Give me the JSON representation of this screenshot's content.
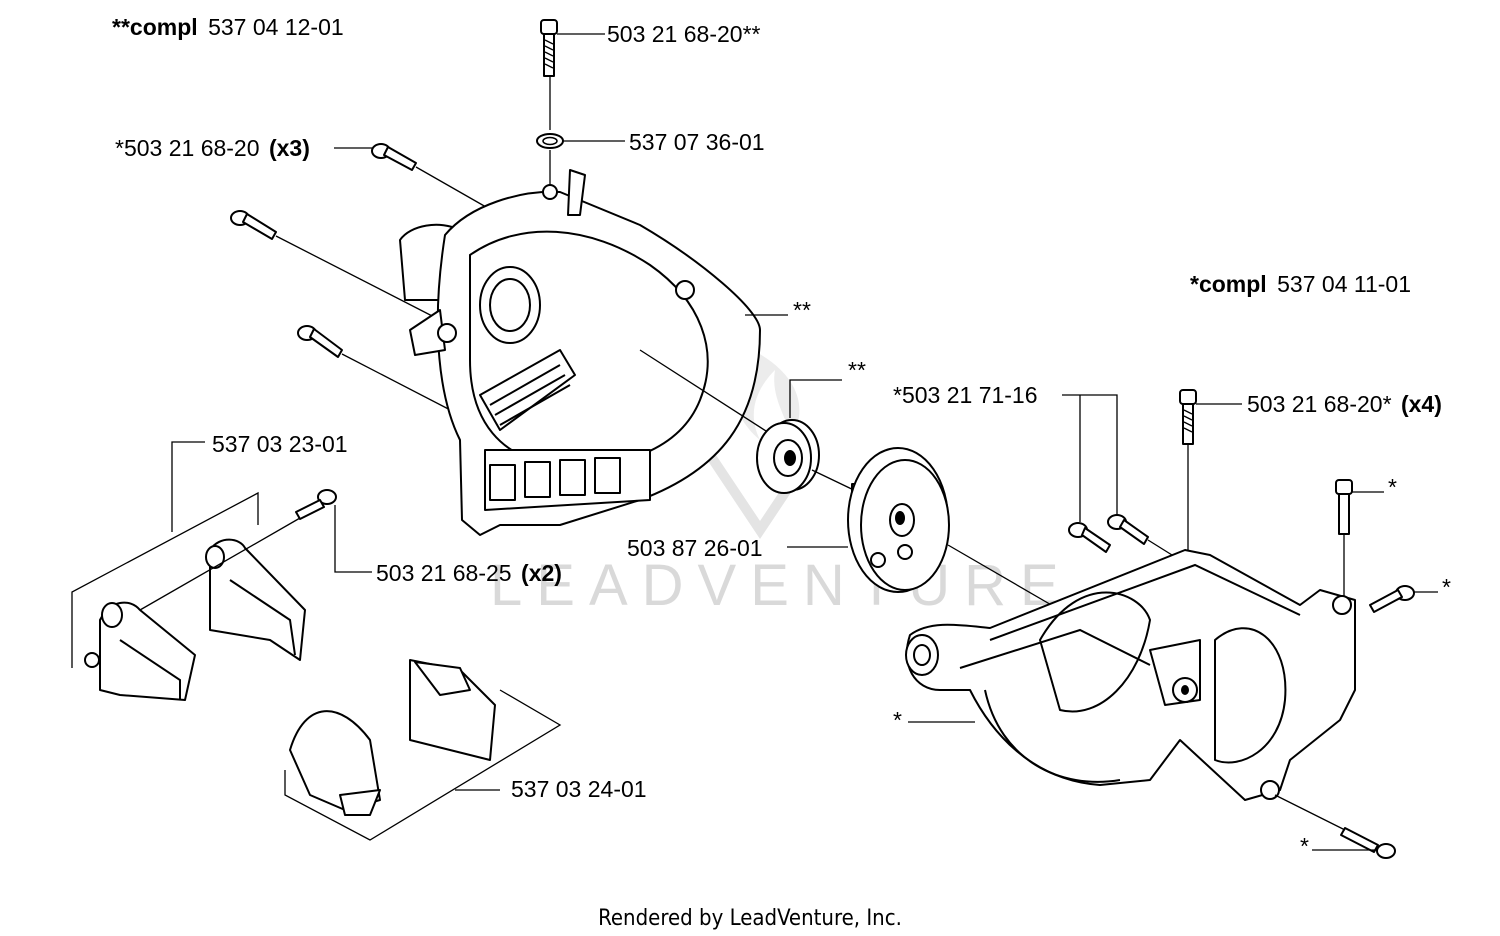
{
  "diagram": {
    "assemblies": {
      "left": {
        "prefix": "**compl",
        "part": "537 04 12-01"
      },
      "right": {
        "prefix": "*compl",
        "part": "537 04 11-01"
      }
    },
    "callouts": {
      "screw_top": "503 21 68-20**",
      "washer_top": "537 07 36-01",
      "screws_x3": "*503 21 68-20",
      "screws_x3_qty": "(x3)",
      "crankcase_left": "**",
      "bearing": "**",
      "clip_upper": "537 03 23-01",
      "screws_x2": "503 21 68-25",
      "screws_x2_qty": "(x2)",
      "clip_lower": "537 03 24-01",
      "flywheel": "503 87 26-01",
      "screws_7116": "*503 21 71-16",
      "screws_x4": "503 21 68-20*",
      "screws_x4_qty": "(x4)",
      "screw_r1": "*",
      "screw_r2": "*",
      "crankcase_right": "*",
      "screw_bottom": "*"
    },
    "watermark": "LEADVENTURE",
    "footer": "Rendered by LeadVenture, Inc."
  }
}
